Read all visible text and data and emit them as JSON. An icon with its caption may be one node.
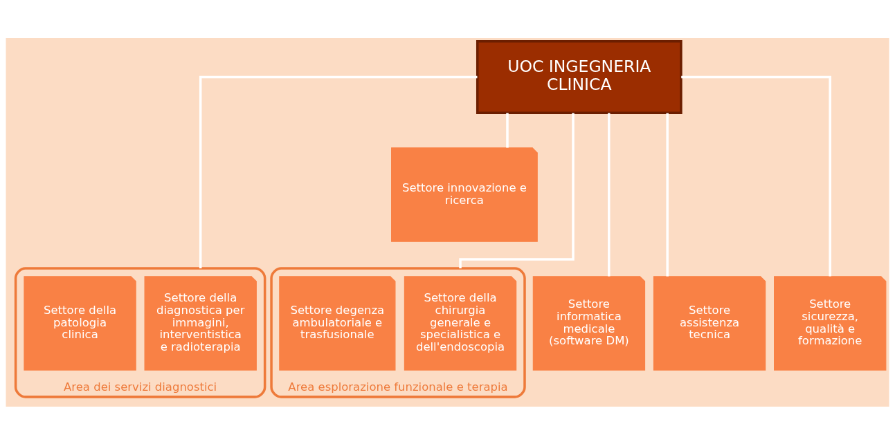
{
  "diagram": {
    "nodes": [
      {
        "text": [
          "UOC INGEGNERIA CLINICA"
        ]
      },
      {
        "text": [
          "Settore innovazione e ricerca"
        ]
      },
      {
        "text": [
          "Area dei servizi diagnostici"
        ]
      },
      {
        "text": [
          "Settore della diagnostica per immagini, interventistica e radioterapia"
        ],
        "in": 2
      },
      {
        "text": [
          "Settore della patologia clinica"
        ],
        "in": 2
      },
      {
        "text": [
          "Area esplorazione funzionale e terapia"
        ]
      },
      {
        "text": [
          "Settore della chirurgia generale e specialistica e dell'endoscopia"
        ],
        "in": 5
      },
      {
        "text": [
          "Settore degenza ambulatoriale e trasfusionale"
        ],
        "in": 5
      },
      {
        "text": [
          "Settore informatica medicale (software DM)"
        ]
      },
      {
        "text": [
          "Settore assistenza tecnica"
        ]
      },
      {
        "text": [
          "Settore sicurezza, qualità e formazione"
        ]
      }
    ],
    "edges": [
      {
        "from": 0,
        "to": 1,
        "arrow": "none"
      },
      {
        "from": 0,
        "to": 2,
        "arrow": "none"
      },
      {
        "from": 0,
        "to": 5,
        "arrow": "none"
      },
      {
        "from": 0,
        "to": 8,
        "arrow": "none"
      },
      {
        "from": 0,
        "to": 9,
        "arrow": "none"
      },
      {
        "from": 0,
        "to": 10,
        "arrow": "none"
      }
    ]
  }
}
